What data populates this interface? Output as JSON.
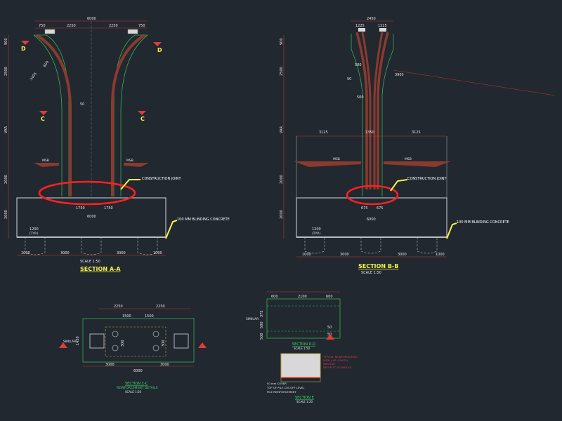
{
  "colors": {
    "background": "#212830",
    "concrete": "#b8bcc0",
    "outline_green": "#36b052",
    "rebar": "#8b3a2e",
    "dimension_red": "#c63232",
    "highlight": "#ff2020",
    "leader_yellow": "#f5f542",
    "text_white": "#e8e8e8"
  },
  "section_aa": {
    "title": "SECTION A-A",
    "scale": "SCALE 1:50",
    "top_dims": [
      "750",
      "2250",
      "2250",
      "750"
    ],
    "overall_top": "6000",
    "left_dims": [
      "900",
      "2500",
      "VAR",
      "2000",
      "2000"
    ],
    "section_marks": [
      "D",
      "D",
      "C",
      "C"
    ],
    "radius_labels": [
      "3405",
      "600"
    ],
    "mid_label": "50",
    "msb_labels": [
      "MSB",
      "MSB"
    ],
    "construction_joint": "CONSTRUCTION JOINT",
    "blinding": "100 MM BLINDING CONCRETE",
    "base_dims": [
      "1750",
      "1750"
    ],
    "base_overall": "6000",
    "pile_dim": "1200",
    "pile_typ": "(TYP.)",
    "bottom_dims": [
      "1000",
      "3000",
      "3000",
      "1000"
    ]
  },
  "section_bb": {
    "title": "SECTION B-B",
    "scale": "SCALE 1:50",
    "top_dims": [
      "1225",
      "1225"
    ],
    "overall_top": "2450",
    "left_dims": [
      "900",
      "2500",
      "VAR",
      "2000",
      "2000"
    ],
    "inner_labels": [
      "500",
      "50",
      "500"
    ],
    "radius_label": "3905",
    "mid_dims": [
      "3125",
      "1350",
      "3125"
    ],
    "msb_labels": [
      "MSB",
      "MSB"
    ],
    "construction_joint": "CONSTRUCTION JOINT",
    "blinding": "100 MM BLINDING CONCRETE",
    "base_dims": [
      "675",
      "675"
    ],
    "base_overall": "6000",
    "pile_dim": "1200",
    "pile_typ": "(TYP.)",
    "bottom_dims": [
      "1000",
      "3000",
      "3000",
      "1000"
    ]
  },
  "section_cc": {
    "title": "SECTION C-C",
    "subtitle": "REINFORCEMENT DETAILS",
    "scale": "SCALE 1:50",
    "top_dims": [
      "2250",
      "2250"
    ],
    "inner_dims": [
      "1500",
      "1500"
    ],
    "side_dims": [
      "300",
      "300"
    ],
    "left_dim": "1450",
    "bottom_dims": [
      "3000",
      "3000"
    ],
    "overall_bottom": "6000",
    "side_label": "SIMILAR"
  },
  "section_dd": {
    "title": "SECTION D-D",
    "scale": "SCALE 1:50",
    "top_dims": [
      "600",
      "2100",
      "600"
    ],
    "left_dims": [
      "375",
      "500",
      "500"
    ],
    "right_dims": [
      "50",
      "50"
    ],
    "side_label": "SIMILAR"
  },
  "section_e": {
    "title": "SECTION E",
    "scale": "SCALE 1:20",
    "notes": [
      "TYPICAL REINFORCEMENT",
      "WITH LAP LENGTH",
      "BAR SIZE",
      "REFER TO SCHEDULE"
    ],
    "bottom_notes": [
      "50 mm COVER",
      "TOP OF PILE CUT-OFF LEVEL",
      "PILE REINFORCEMENT"
    ]
  }
}
